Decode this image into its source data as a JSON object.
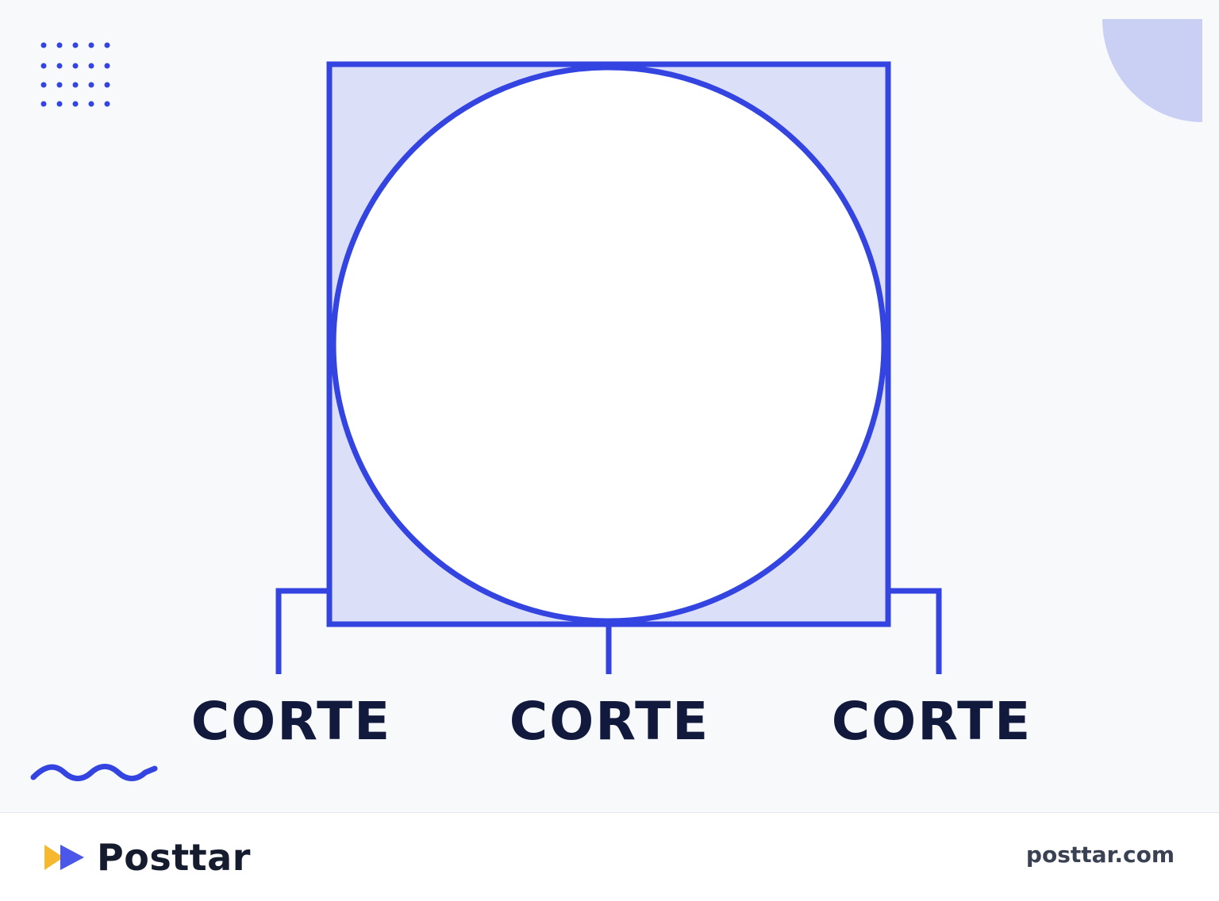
{
  "diagram": {
    "labels": [
      "CORTE",
      "CORTE",
      "CORTE"
    ],
    "colors": {
      "stroke": "#3344e0",
      "fill": "#dbe0f8",
      "accent_quarter": "#c9d0f4",
      "text": "#111a3d"
    }
  },
  "footer": {
    "brand_name": "Posttar",
    "url": "posttar.com",
    "logo_colors": [
      "#f5b82e",
      "#4a57e8"
    ]
  }
}
